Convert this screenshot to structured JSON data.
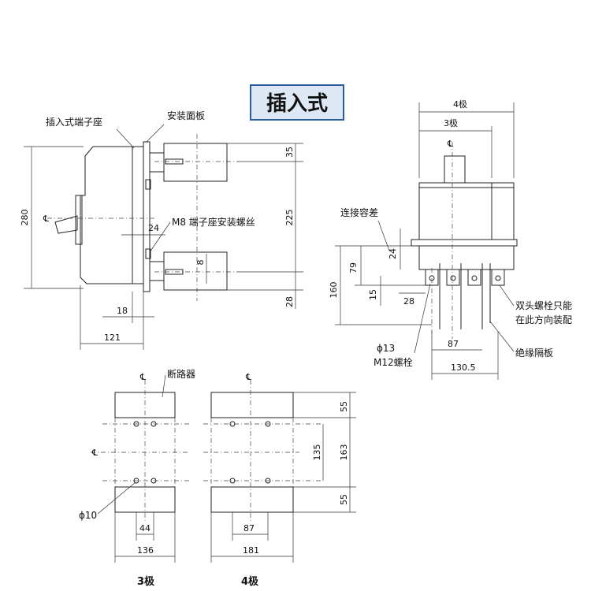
{
  "title": "插入式",
  "side_view": {
    "label_socket": "插入式端子座",
    "label_panel": "安装面板",
    "label_screw": "M8 端子座安装螺丝",
    "dim_280": "280",
    "dim_35": "35",
    "dim_225": "225",
    "dim_28": "28",
    "dim_24": "24",
    "dim_8": "8",
    "dim_18": "18",
    "dim_121": "121",
    "centerline": "℄"
  },
  "front_view": {
    "dim_4pole": "4极",
    "dim_3pole": "3极",
    "centerline": "℄",
    "label_tolerance": "连接容差",
    "dim_24": "24",
    "dim_79": "79",
    "dim_160": "160",
    "dim_15": "15",
    "dim_28": "28",
    "dim_87": "87",
    "dim_130_5": "130.5",
    "label_hole": "ϕ13",
    "label_bolt": "M12螺栓",
    "label_stud_1": "双头螺栓只能",
    "label_stud_2": "在此方向装配",
    "label_barrier": "绝缘隔板"
  },
  "cutout": {
    "label_breaker": "断路器",
    "centerline": "℄",
    "dim_55_top": "55",
    "dim_135": "135",
    "dim_163": "163",
    "dim_55_bottom": "55",
    "label_hole": "ϕ10",
    "dim_44": "44",
    "dim_136": "136",
    "dim_87": "87",
    "dim_181": "181",
    "caption_3pole": "3极",
    "caption_4pole": "4极"
  }
}
